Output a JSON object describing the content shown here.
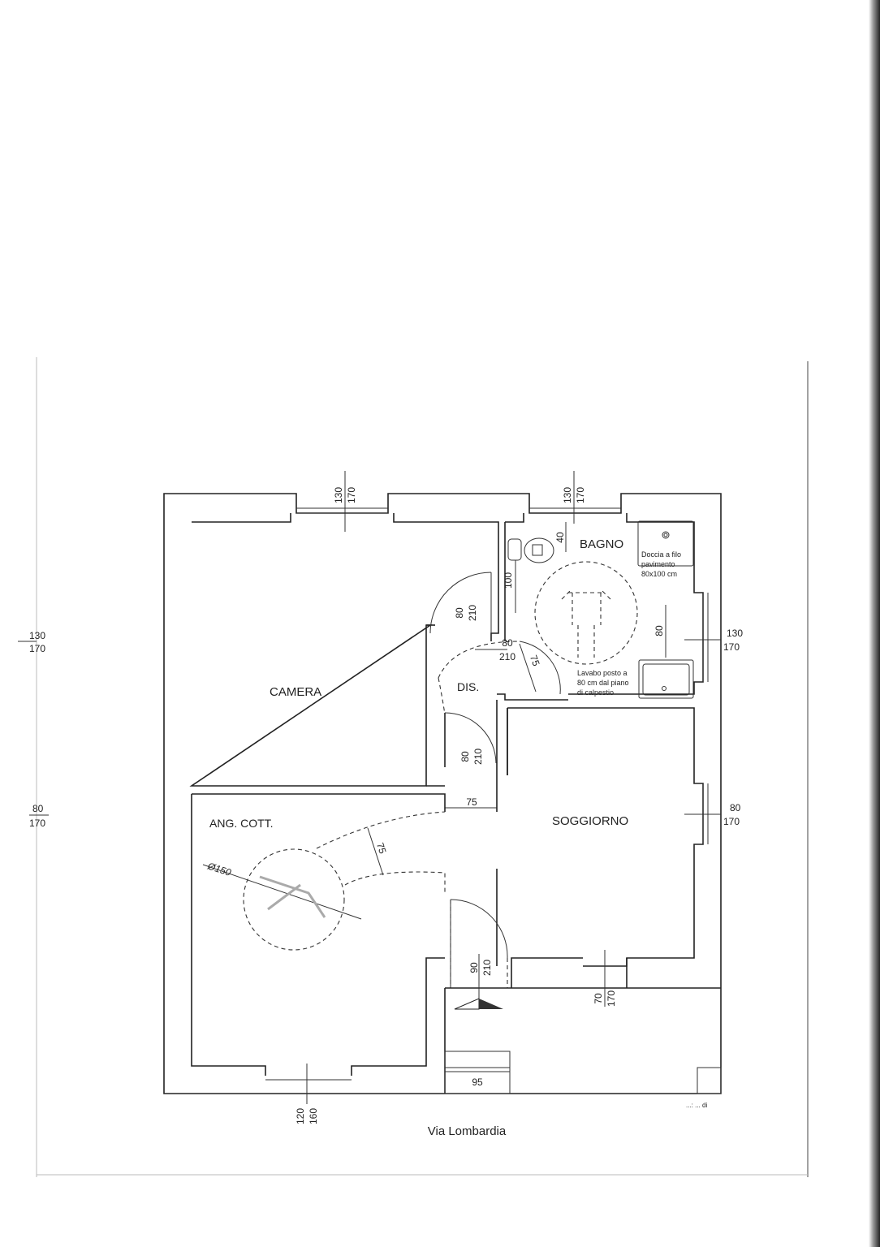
{
  "rooms": {
    "camera": "CAMERA",
    "bagno": "BAGNO",
    "dis": "DIS.",
    "soggiorno": "SOGGIORNO",
    "ang_cott": "ANG. COTT."
  },
  "notes": {
    "doccia_1": "Doccia a filo",
    "doccia_2": "pavimento",
    "doccia_3": "80x100 cm",
    "lavabo_1": "Lavabo posto a",
    "lavabo_2": "80 cm dal piano",
    "lavabo_3": "di calpestio",
    "turning_circle": "Ø150"
  },
  "windows": {
    "camera_top": {
      "w": "130",
      "h": "170"
    },
    "bagno_top": {
      "w": "130",
      "h": "170"
    },
    "left_upper": {
      "w": "130",
      "h": "170"
    },
    "left_lower": {
      "w": "80",
      "h": "170"
    },
    "bagno_right": {
      "w": "130",
      "h": "170"
    },
    "soggiorno_right": {
      "w": "80",
      "h": "170"
    },
    "soggiorno_bottom": {
      "w": "70",
      "h": "170"
    },
    "cucina_bottom": {
      "w": "120",
      "h": "160"
    }
  },
  "doors": {
    "camera": {
      "w": "80",
      "h": "210"
    },
    "bagno": {
      "w": "80",
      "h": "210"
    },
    "corridor": {
      "w": "80",
      "h": "210"
    },
    "entrance": {
      "w": "90",
      "h": "210"
    }
  },
  "dimensions": {
    "wc_side": "40",
    "wc_front": "100",
    "lavabo_front": "80",
    "bagno_door_clear": "75",
    "corridor_width": "75",
    "kitchen_passage": "75",
    "step_width": "95"
  },
  "street": "Via Lombardia",
  "stray_text": "...: ... di"
}
